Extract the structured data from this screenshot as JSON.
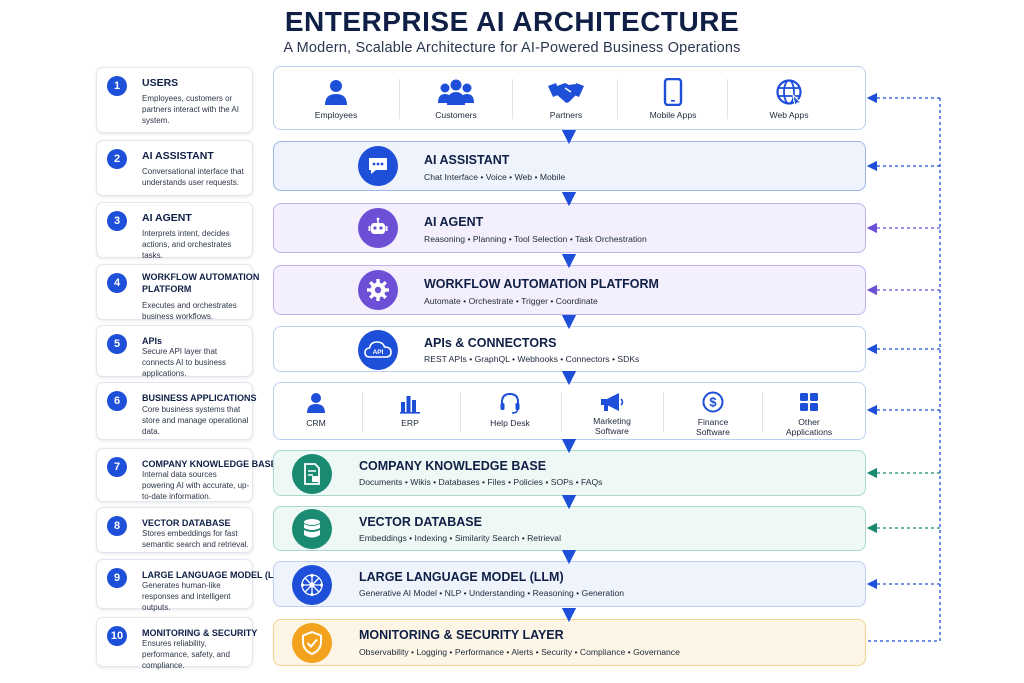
{
  "header": {
    "title": "ENTERPRISE AI ARCHITECTURE",
    "subtitle": "A Modern, Scalable Architecture for AI-Powered Business Operations"
  },
  "colors": {
    "blue": "#1d4fd8",
    "purple": "#6d4fd6",
    "green": "#1a8a73",
    "amber": "#f2a21c"
  },
  "steps": [
    {
      "num": "1",
      "title": "USERS",
      "desc": "Employees, customers or partners interact with the AI system."
    },
    {
      "num": "2",
      "title": "AI ASSISTANT",
      "desc": "Conversational interface that understands user requests."
    },
    {
      "num": "3",
      "title": "AI AGENT",
      "desc": "Interprets intent, decides actions, and orchestrates tasks."
    },
    {
      "num": "4",
      "title": "WORKFLOW AUTOMATION PLATFORM",
      "desc": "Executes and orchestrates business workflows."
    },
    {
      "num": "5",
      "title": "APIs",
      "desc": "Secure API layer that connects AI to business applications."
    },
    {
      "num": "6",
      "title": "BUSINESS APPLICATIONS",
      "desc": "Core business systems that store and manage operational data."
    },
    {
      "num": "7",
      "title": "COMPANY KNOWLEDGE BASE",
      "desc": "Internal data sources powering AI with accurate, up-to-date information."
    },
    {
      "num": "8",
      "title": "VECTOR DATABASE",
      "desc": "Stores embeddings for fast semantic search and retrieval."
    },
    {
      "num": "9",
      "title": "LARGE LANGUAGE MODEL (LLM)",
      "desc": "Generates human-like responses and intelligent outputs."
    },
    {
      "num": "10",
      "title": "MONITORING & SECURITY",
      "desc": "Ensures reliability, performance, safety, and compliance."
    }
  ],
  "users_layer": {
    "items": [
      {
        "label": "Employees",
        "icon": "person-icon"
      },
      {
        "label": "Customers",
        "icon": "group-icon"
      },
      {
        "label": "Partners",
        "icon": "handshake-icon"
      },
      {
        "label": "Mobile Apps",
        "icon": "phone-icon"
      },
      {
        "label": "Web Apps",
        "icon": "globe-icon"
      }
    ]
  },
  "layers": {
    "assistant": {
      "title": "AI ASSISTANT",
      "sub": "Chat Interface • Voice • Web • Mobile",
      "icon": "chat-icon"
    },
    "agent": {
      "title": "AI AGENT",
      "sub": "Reasoning • Planning • Tool Selection • Task Orchestration",
      "icon": "robot-icon"
    },
    "workflow": {
      "title": "WORKFLOW AUTOMATION PLATFORM",
      "sub": "Automate • Orchestrate • Trigger • Coordinate",
      "icon": "gear-icon"
    },
    "apis": {
      "title": "APIs & CONNECTORS",
      "sub": "REST APIs • GraphQL • Webhooks • Connectors • SDKs",
      "icon": "api-cloud-icon",
      "icon_text": "API"
    },
    "knowledge": {
      "title": "COMPANY KNOWLEDGE BASE",
      "sub": "Documents • Wikis • Databases • Files • Policies • SOPs • FAQs",
      "icon": "document-icon"
    },
    "vector": {
      "title": "VECTOR DATABASE",
      "sub": "Embeddings • Indexing • Similarity Search • Retrieval",
      "icon": "database-icon"
    },
    "llm": {
      "title": "LARGE LANGUAGE MODEL (LLM)",
      "sub": "Generative AI Model • NLP • Understanding • Reasoning • Generation",
      "icon": "network-icon"
    },
    "monitoring": {
      "title": "MONITORING & SECURITY LAYER",
      "sub": "Observability • Logging • Performance • Alerts • Security • Compliance • Governance",
      "icon": "shield-icon"
    }
  },
  "business_layer": {
    "items": [
      {
        "label": "CRM",
        "icon": "person-icon"
      },
      {
        "label": "ERP",
        "icon": "bar-chart-icon"
      },
      {
        "label": "Help Desk",
        "icon": "headset-icon"
      },
      {
        "label": "Marketing Software",
        "line1": "Marketing",
        "line2": "Software",
        "icon": "megaphone-icon"
      },
      {
        "label": "Finance Software",
        "line1": "Finance",
        "line2": "Software",
        "icon": "dollar-icon"
      },
      {
        "label": "Other Applications",
        "line1": "Other",
        "line2": "Applications",
        "icon": "apps-grid-icon"
      }
    ]
  }
}
